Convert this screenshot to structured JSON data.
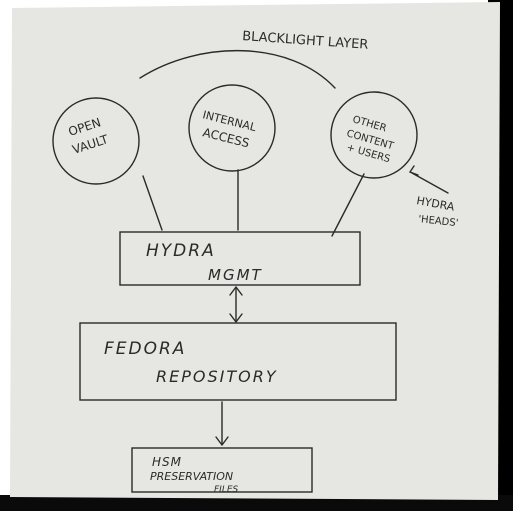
{
  "diagram": {
    "layer_label": "BLACKLIGHT LAYER",
    "heads": [
      {
        "line1": "OPEN",
        "line2": "VAULT",
        "line3": ""
      },
      {
        "line1": "INTERNAL",
        "line2": "ACCESS",
        "line3": ""
      },
      {
        "line1": "OTHER",
        "line2": "CONTENT",
        "line3": "+ USERS"
      }
    ],
    "heads_annotation": {
      "line1": "HYDRA",
      "line2": "'HEADS'"
    },
    "boxes": {
      "hydra": {
        "line1": "HYDRA",
        "line2": "MGMT"
      },
      "fedora": {
        "line1": "FEDORA",
        "line2": "REPOSITORY"
      },
      "hsm": {
        "line1": "HSM",
        "line2": "PRESERVATION",
        "line3": "FILES"
      }
    }
  },
  "colors": {
    "paper": "#e6e6e2",
    "ink": "#2a2a2a",
    "backdrop": "#000000"
  }
}
